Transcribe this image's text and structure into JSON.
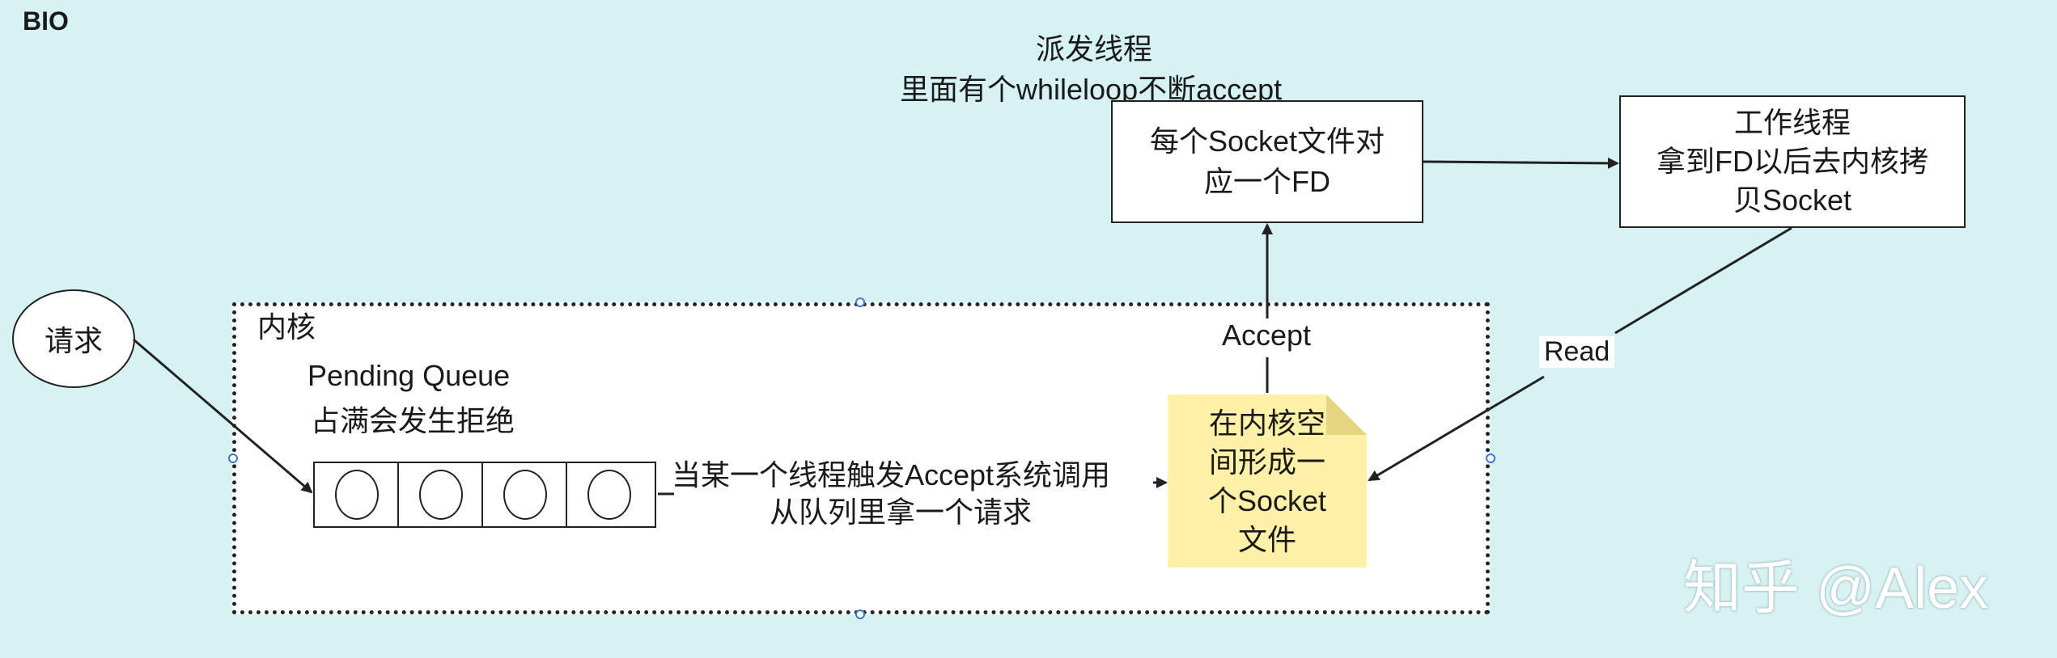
{
  "diagram": {
    "frame_label": "BIO",
    "dispatch_title_1": "派发线程",
    "dispatch_title_2": "里面有个whileloop不断accept",
    "fd_box": "每个Socket文件对\n应一个FD",
    "worker_box": "工作线程\n拿到FD以后去内核拷\n贝Socket",
    "request_node": "请求",
    "kernel_label": "内核",
    "pending_line_1": "Pending Queue",
    "pending_line_2": "占满会发生拒绝",
    "queue_slots": 4,
    "transfer_line_1": "当某一个线程触发Accept系统调用",
    "transfer_line_2": "从队列里拿一个请求",
    "accept_label": "Accept",
    "read_label": "Read",
    "socket_note": "在内核空\n间形成一\n个Socket\n文件",
    "watermark": "知乎 @Alex"
  },
  "colors": {
    "background": "#d6f2f2",
    "kernel_fill": "#ffffff",
    "note_fill": "#fff2a8",
    "note_fold": "#e6d580",
    "line": "#222222",
    "selection_handle": "#3a78c8",
    "watermark": "#ffffff"
  }
}
